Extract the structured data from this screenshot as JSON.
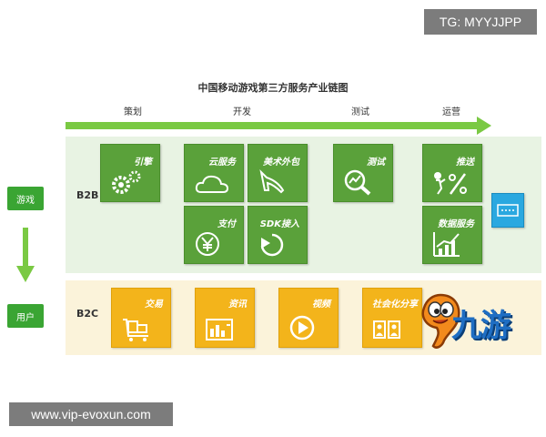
{
  "watermarks": {
    "top_right": "TG: MYYJJPP",
    "bottom_left": "www.vip-evoxun.com"
  },
  "title": "中国移动游戏第三方服务产业链图",
  "phases": [
    "策划",
    "开发",
    "测试",
    "运营"
  ],
  "side": {
    "game": "游戏",
    "user": "用户"
  },
  "rows": {
    "b2b": "B2B",
    "b2c": "B2C"
  },
  "b2b_tiles": {
    "engine": "引擎",
    "cloud": "云服务",
    "art": "美术外包",
    "test": "测试",
    "push": "推送",
    "pay": "支付",
    "sdk": "SDK接入",
    "data": "数据服务"
  },
  "b2c_tiles": {
    "trade": "交易",
    "info": "资讯",
    "video": "视频",
    "social": "社会化分享"
  },
  "logo": {
    "text": "九游"
  },
  "colors": {
    "green": "#5aa13a",
    "yellow": "#f3b41b",
    "arrow": "#7ac943"
  }
}
